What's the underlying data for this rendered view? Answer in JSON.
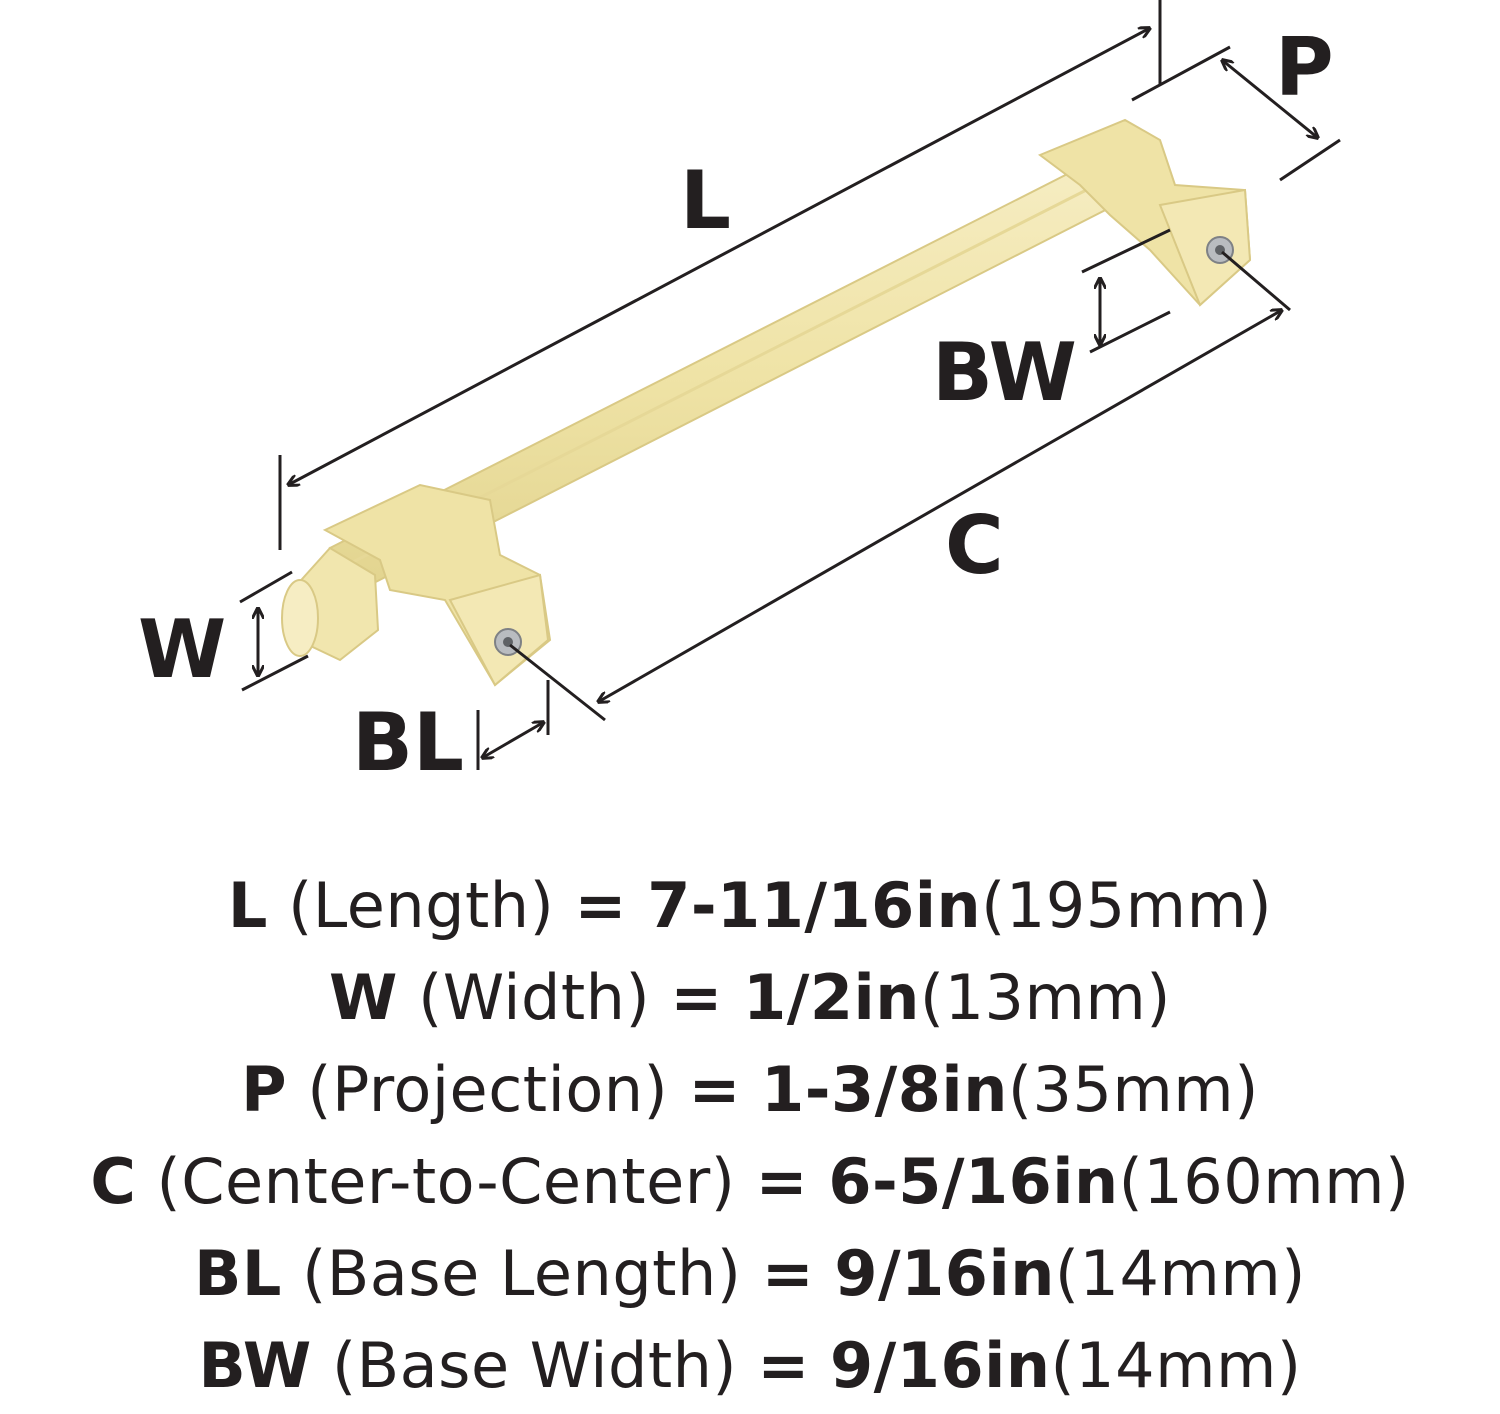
{
  "diagram": {
    "labels": {
      "L": "L",
      "P": "P",
      "BW": "BW",
      "C": "C",
      "W": "W",
      "BL": "BL"
    },
    "colors": {
      "finish": "#efe3a6",
      "finish_light": "#f6edc3",
      "finish_shadow": "#d9c985",
      "line": "#231f20"
    }
  },
  "specs": [
    {
      "code": "L",
      "name": "(Length)",
      "eq": "=",
      "imperial": "7-11/16in",
      "metric": "(195mm)"
    },
    {
      "code": "W",
      "name": "(Width)",
      "eq": "=",
      "imperial": "1/2in",
      "metric": "(13mm)"
    },
    {
      "code": "P",
      "name": "(Projection)",
      "eq": "=",
      "imperial": "1-3/8in",
      "metric": "(35mm)"
    },
    {
      "code": "C",
      "name": "(Center-to-Center)",
      "eq": "=",
      "imperial": "6-5/16in",
      "metric": "(160mm)"
    },
    {
      "code": "BL",
      "name": "(Base Length)",
      "eq": "=",
      "imperial": "9/16in",
      "metric": "(14mm)"
    },
    {
      "code": "BW",
      "name": "(Base Width)",
      "eq": "=",
      "imperial": "9/16in",
      "metric": "(14mm)"
    }
  ]
}
